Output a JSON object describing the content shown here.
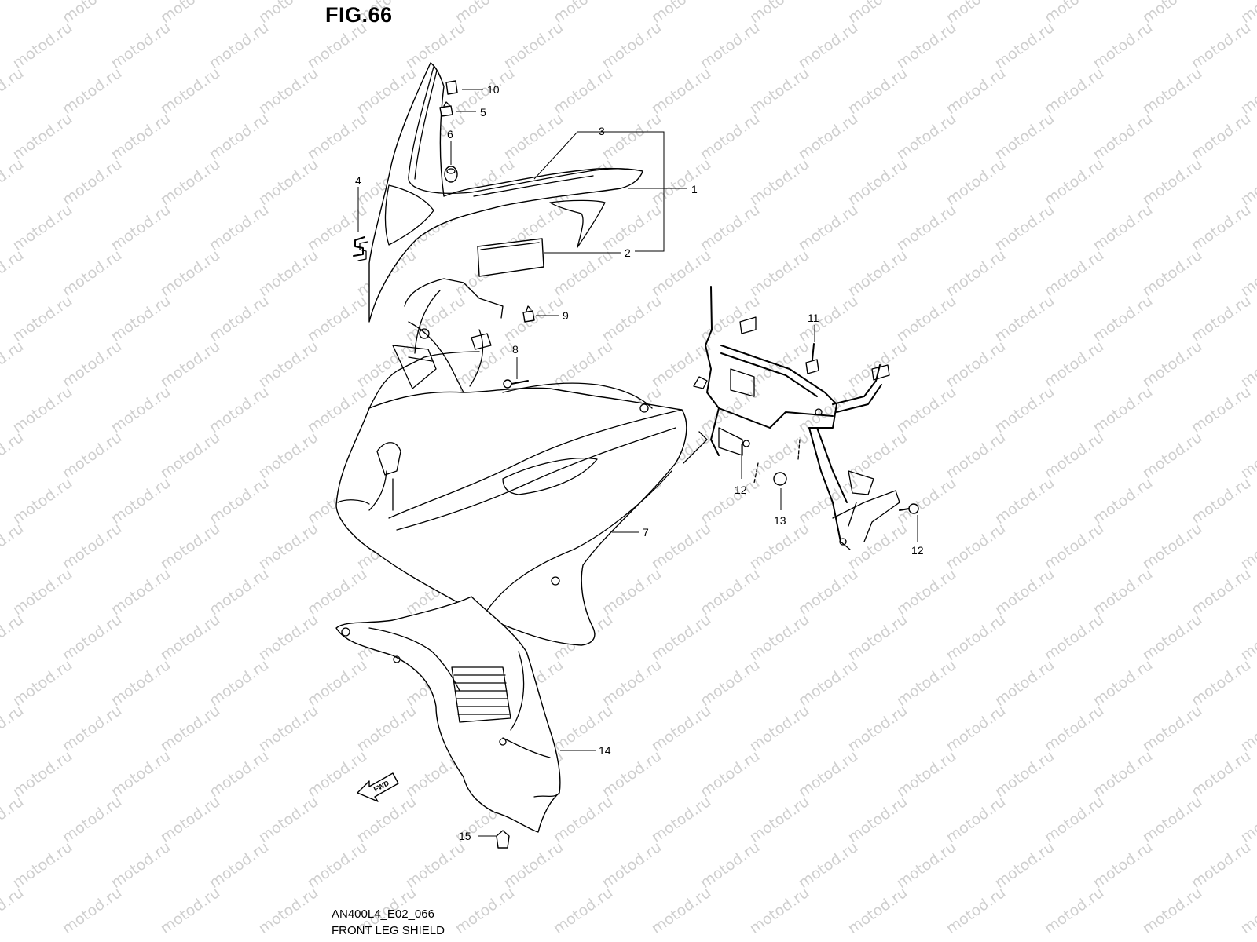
{
  "figure": {
    "title": "FIG.66",
    "code": "AN400L4_E02_066",
    "caption": "FRONT LEG SHIELD"
  },
  "watermark": {
    "text": "motod.ru",
    "color": "#cfcfcf"
  },
  "fwd_arrow": {
    "label": "FWD"
  },
  "callouts": [
    {
      "id": "1",
      "label": "1"
    },
    {
      "id": "2",
      "label": "2"
    },
    {
      "id": "3",
      "label": "3"
    },
    {
      "id": "4",
      "label": "4"
    },
    {
      "id": "5",
      "label": "5"
    },
    {
      "id": "6",
      "label": "6"
    },
    {
      "id": "7",
      "label": "7"
    },
    {
      "id": "8",
      "label": "8"
    },
    {
      "id": "9",
      "label": "9"
    },
    {
      "id": "10",
      "label": "10"
    },
    {
      "id": "11",
      "label": "11"
    },
    {
      "id": "12a",
      "label": "12"
    },
    {
      "id": "12b",
      "label": "12"
    },
    {
      "id": "13",
      "label": "13"
    },
    {
      "id": "14",
      "label": "14"
    },
    {
      "id": "15",
      "label": "15"
    }
  ]
}
